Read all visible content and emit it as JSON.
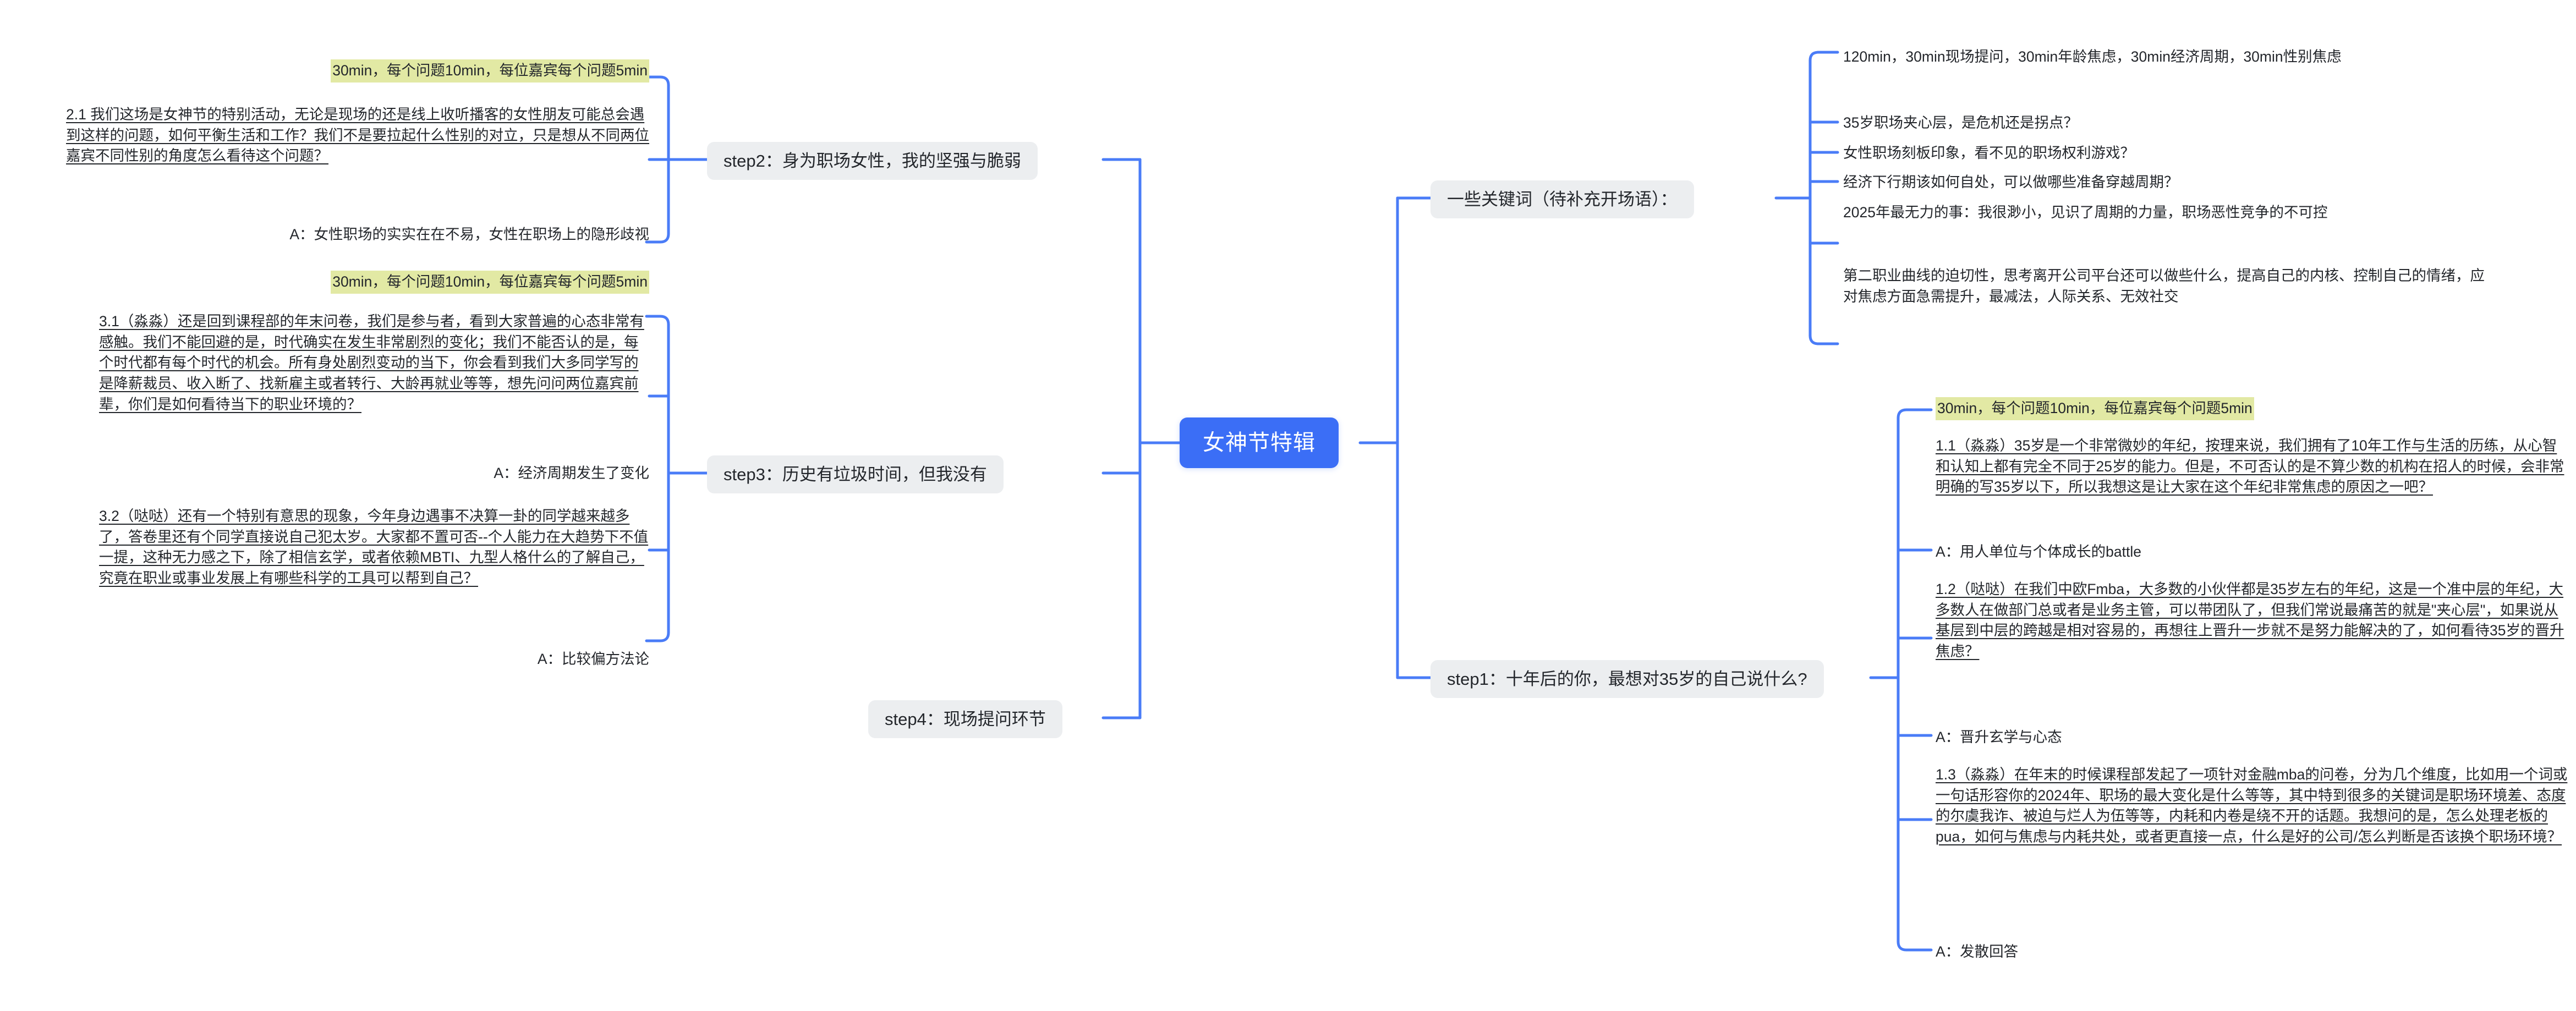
{
  "meta": {
    "accent_blue": "#3b6ef6",
    "node_grey": "#eceef0",
    "highlight_yellow": "#e2e9a4",
    "text_color": "#23262b",
    "canvas_bg": "#ffffff"
  },
  "root": {
    "label": "女神节特辑"
  },
  "left_branches": [
    {
      "id": "step2",
      "label": "step2：身为职场女性，我的坚强与脆弱",
      "children": [
        {
          "type": "highlight",
          "text": "30min，每个问题10min，每位嘉宾每个问题5min"
        },
        {
          "type": "question",
          "text": "2.1 我们这场是女神节的特别活动，无论是现场的还是线上收听播客的女性朋友可能总会遇到这样的问题，如何平衡生活和工作？我们不是要拉起什么性别的对立，只是想从不同两位嘉宾不同性别的角度怎么看待这个问题？"
        },
        {
          "type": "answer",
          "text": "A：女性职场的实实在在不易，女性在职场上的隐形歧视"
        }
      ]
    },
    {
      "id": "step3",
      "label": "step3：历史有垃圾时间，但我没有",
      "children": [
        {
          "type": "highlight",
          "text": "30min，每个问题10min，每位嘉宾每个问题5min"
        },
        {
          "type": "question",
          "text": "3.1（淼淼）还是回到课程部的年末问卷，我们是参与者，看到大家普遍的心态非常有感触。我们不能回避的是，时代确实在发生非常剧烈的变化；我们不能否认的是，每个时代都有每个时代的机会。所有身处剧烈变动的当下，你会看到我们大多同学写的是降薪裁员、收入断了、找新雇主或者转行、大龄再就业等等，想先问问两位嘉宾前辈，你们是如何看待当下的职业环境的？"
        },
        {
          "type": "answer",
          "text": "A：经济周期发生了变化"
        },
        {
          "type": "question",
          "text": "3.2（哒哒）还有一个特别有意思的现象，今年身边遇事不决算一卦的同学越来越多了，答卷里还有个同学直接说自己犯太岁。大家都不置可否--个人能力在大趋势下不值一提，这种无力感之下，除了相信玄学，或者依赖MBTI、九型人格什么的了解自己，究竟在职业或事业发展上有哪些科学的工具可以帮到自己？"
        },
        {
          "type": "answer",
          "text": "A：比较偏方法论"
        }
      ]
    },
    {
      "id": "step4",
      "label": "step4：现场提问环节",
      "children": []
    }
  ],
  "right_branches": [
    {
      "id": "keywords",
      "label": "一些关键词（待补充开场语）：",
      "children": [
        {
          "type": "plain",
          "text": "120min，30min现场提问，30min年龄焦虑，30min经济周期，30min性别焦虑"
        },
        {
          "type": "plain",
          "text": "35岁职场夹心层，是危机还是拐点？"
        },
        {
          "type": "plain",
          "text": "女性职场刻板印象，看不见的职场权利游戏？"
        },
        {
          "type": "plain",
          "text": "经济下行期该如何自处，可以做哪些准备穿越周期？"
        },
        {
          "type": "plain",
          "text": "2025年最无力的事：我很渺小，见识了周期的力量，职场恶性竞争的不可控"
        },
        {
          "type": "plain",
          "text": "第二职业曲线的迫切性，思考离开公司平台还可以做些什么，提高自己的内核、控制自己的情绪，应对焦虑方面急需提升，最减法，人际关系、无效社交"
        }
      ]
    },
    {
      "id": "step1",
      "label": "step1：十年后的你，最想对35岁的自己说什么?",
      "children": [
        {
          "type": "highlight",
          "text": "30min，每个问题10min，每位嘉宾每个问题5min"
        },
        {
          "type": "question",
          "text": "1.1（淼淼）35岁是一个非常微妙的年纪，按理来说，我们拥有了10年工作与生活的历练，从心智和认知上都有完全不同于25岁的能力。但是，不可否认的是不算少数的机构在招人的时候，会非常明确的写35岁以下，所以我想这是让大家在这个年纪非常焦虑的原因之一吧？"
        },
        {
          "type": "answer",
          "text": "A：用人单位与个体成长的battle"
        },
        {
          "type": "question",
          "text": "1.2（哒哒）在我们中欧Fmba，大多数的小伙伴都是35岁左右的年纪，这是一个准中层的年纪，大多数人在做部门总或者是业务主管，可以带团队了，但我们常说最痛苦的就是\"夹心层\"，如果说从基层到中层的跨越是相对容易的，再想往上晋升一步就不是努力能解决的了，如何看待35岁的晋升焦虑？"
        },
        {
          "type": "answer",
          "text": "A：晋升玄学与心态"
        },
        {
          "type": "question",
          "text": "1.3（淼淼）在年末的时候课程部发起了一项针对金融mba的问卷，分为几个维度，比如用一个词或一句话形容你的2024年、职场的最大变化是什么等等，其中特到很多的关键词是职场环境差、态度的尔虞我诈、被迫与烂人为伍等等，内耗和内卷是绕不开的话题。我想问的是，怎么处理老板的pua，如何与焦虑与内耗共处，或者更直接一点，什么是好的公司/怎么判断是否该换个职场环境？"
        },
        {
          "type": "answer",
          "text": "A：发散回答"
        }
      ]
    }
  ]
}
